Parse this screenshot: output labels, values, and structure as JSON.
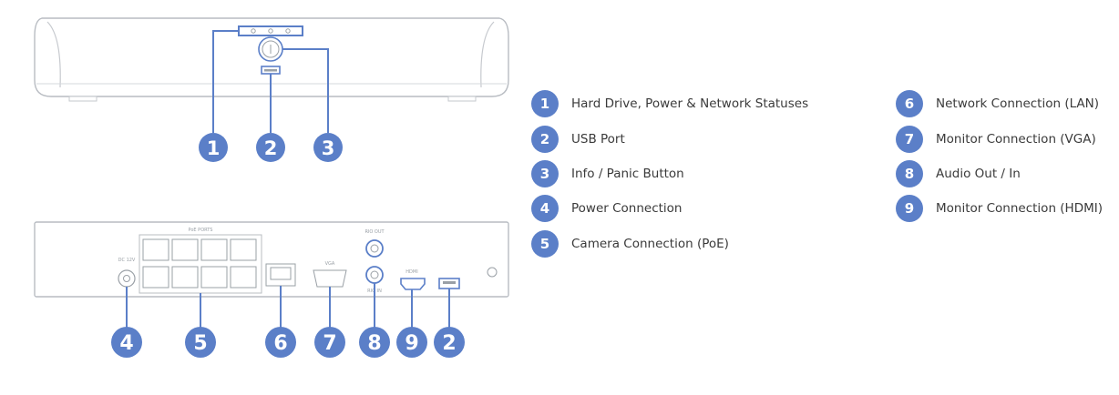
{
  "colors": {
    "accent": "#5b7fc8",
    "device_outline": "#b8bcc2",
    "text": "#3a3a3a"
  },
  "front_callouts": [
    "1",
    "2",
    "3"
  ],
  "rear_callouts": [
    "4",
    "5",
    "6",
    "7",
    "8",
    "9",
    "2"
  ],
  "rear_panel_labels": {
    "poe_ports": "PoE PORTS",
    "vga": "VGA",
    "hdmi": "HDMI",
    "audio_out": "RIO OUT",
    "audio_in": "RIO IN",
    "power": "DC 12V"
  },
  "legend": [
    {
      "number": "1",
      "label": "Hard Drive, Power & Network Statuses"
    },
    {
      "number": "2",
      "label": "USB Port"
    },
    {
      "number": "3",
      "label": "Info / Panic Button"
    },
    {
      "number": "4",
      "label": "Power Connection"
    },
    {
      "number": "5",
      "label": "Camera Connection (PoE)"
    },
    {
      "number": "6",
      "label": "Network Connection (LAN)"
    },
    {
      "number": "7",
      "label": "Monitor Connection (VGA)"
    },
    {
      "number": "8",
      "label": "Audio Out / In"
    },
    {
      "number": "9",
      "label": "Monitor Connection (HDMI)"
    }
  ]
}
